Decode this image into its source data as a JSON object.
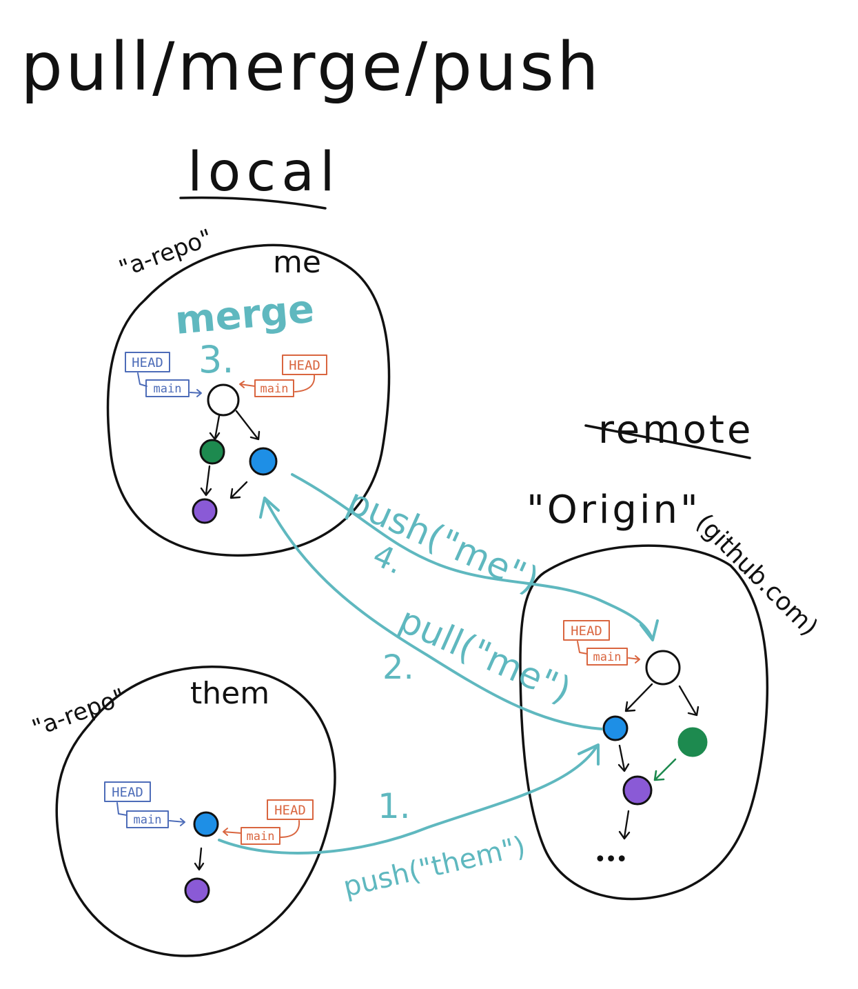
{
  "title": "pull/merge/push",
  "sections": {
    "local": "local",
    "remote": "remote"
  },
  "repos": {
    "me": {
      "repo_label": "\"a-repo\"",
      "owner": "me"
    },
    "them": {
      "repo_label": "\"a-repo\"",
      "owner": "them"
    },
    "origin": {
      "name": "\"Origin\"",
      "host": "(github.com)"
    }
  },
  "refs": {
    "head": "HEAD",
    "branch": "main"
  },
  "steps": {
    "merge_label": "merge",
    "merge_number": "3.",
    "push_me": "push(\"me\")",
    "push_me_number": "4.",
    "pull_me": "pull(\"me\")",
    "pull_me_number": "2.",
    "push_them": "push(\"them\")",
    "push_them_number": "1."
  },
  "origin_more": "•••",
  "colors": {
    "ink": "#111111",
    "teal": "#5fb8bf",
    "blue_ref": "#4d6cb8",
    "orange_ref": "#d9653f",
    "commit_blue": "#1e8fe6",
    "commit_green": "#1d8a4f",
    "commit_purple": "#8a5ad6"
  }
}
